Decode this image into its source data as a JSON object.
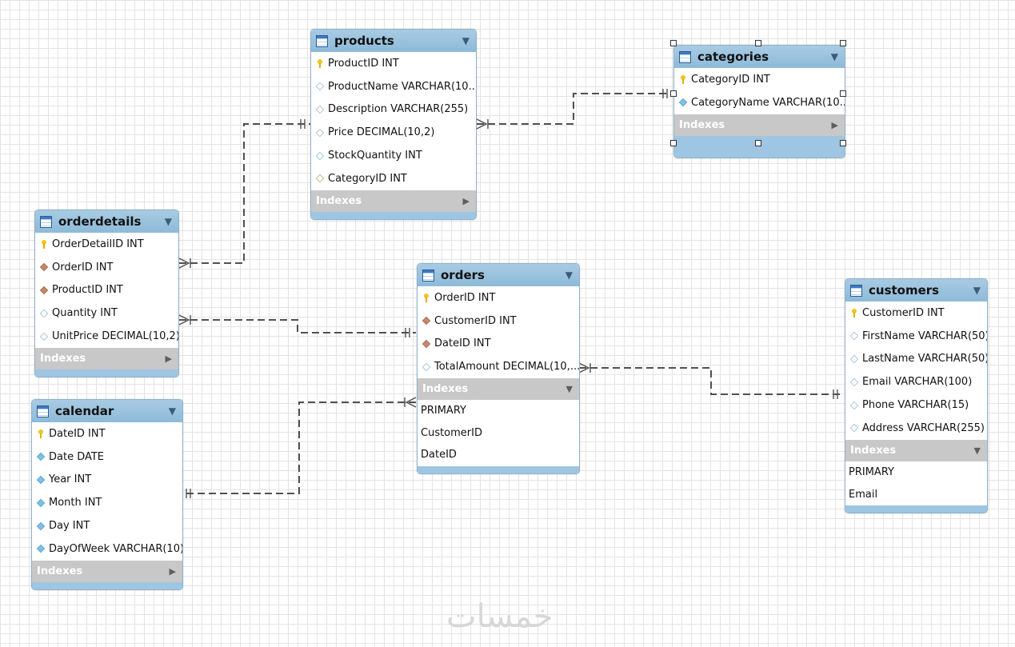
{
  "tables": {
    "products": {
      "name": "products",
      "columns": [
        {
          "icon": "key",
          "text": "ProductID INT"
        },
        {
          "icon": "col",
          "text": "ProductName VARCHAR(10..."
        },
        {
          "icon": "col",
          "text": "Description VARCHAR(255)"
        },
        {
          "icon": "col",
          "text": "Price DECIMAL(10,2)"
        },
        {
          "icon": "col",
          "text": "StockQuantity INT"
        },
        {
          "icon": "fko",
          "text": "CategoryID INT"
        }
      ],
      "indexes_label": "Indexes"
    },
    "categories": {
      "name": "categories",
      "columns": [
        {
          "icon": "key",
          "text": "CategoryID INT"
        },
        {
          "icon": "nn",
          "text": "CategoryName VARCHAR(10..."
        }
      ],
      "indexes_label": "Indexes"
    },
    "orderdetails": {
      "name": "orderdetails",
      "columns": [
        {
          "icon": "key",
          "text": "OrderDetailID INT"
        },
        {
          "icon": "fk",
          "text": "OrderID INT"
        },
        {
          "icon": "fk",
          "text": "ProductID INT"
        },
        {
          "icon": "col",
          "text": "Quantity INT"
        },
        {
          "icon": "col",
          "text": "UnitPrice DECIMAL(10,2)"
        }
      ],
      "indexes_label": "Indexes"
    },
    "orders": {
      "name": "orders",
      "columns": [
        {
          "icon": "key",
          "text": "OrderID INT"
        },
        {
          "icon": "fk",
          "text": "CustomerID INT"
        },
        {
          "icon": "fk",
          "text": "DateID INT"
        },
        {
          "icon": "col",
          "text": "TotalAmount DECIMAL(10,..."
        }
      ],
      "indexes_label": "Indexes",
      "indexes": [
        "PRIMARY",
        "CustomerID",
        "DateID"
      ]
    },
    "customers": {
      "name": "customers",
      "columns": [
        {
          "icon": "key",
          "text": "CustomerID INT"
        },
        {
          "icon": "col",
          "text": "FirstName VARCHAR(50)"
        },
        {
          "icon": "col",
          "text": "LastName VARCHAR(50)"
        },
        {
          "icon": "col",
          "text": "Email VARCHAR(100)"
        },
        {
          "icon": "col",
          "text": "Phone VARCHAR(15)"
        },
        {
          "icon": "col",
          "text": "Address VARCHAR(255)"
        }
      ],
      "indexes_label": "Indexes",
      "indexes": [
        "PRIMARY",
        "Email"
      ]
    },
    "calendar": {
      "name": "calendar",
      "columns": [
        {
          "icon": "key",
          "text": "DateID INT"
        },
        {
          "icon": "nn",
          "text": "Date DATE"
        },
        {
          "icon": "nn",
          "text": "Year INT"
        },
        {
          "icon": "nn",
          "text": "Month INT"
        },
        {
          "icon": "nn",
          "text": "Day INT"
        },
        {
          "icon": "nn",
          "text": "DayOfWeek VARCHAR(10)"
        }
      ],
      "indexes_label": "Indexes"
    }
  },
  "relationships": [
    {
      "from": "products",
      "to": "categories",
      "from_end": "many",
      "to_end": "one"
    },
    {
      "from": "orderdetails",
      "to": "products",
      "from_end": "many",
      "to_end": "one"
    },
    {
      "from": "orderdetails",
      "to": "orders",
      "from_end": "many",
      "to_end": "one"
    },
    {
      "from": "orders",
      "to": "customers",
      "from_end": "many",
      "to_end": "one"
    },
    {
      "from": "orders",
      "to": "calendar",
      "from_end": "many",
      "to_end": "one"
    }
  ],
  "selected_table": "categories",
  "watermark": "خمسات"
}
